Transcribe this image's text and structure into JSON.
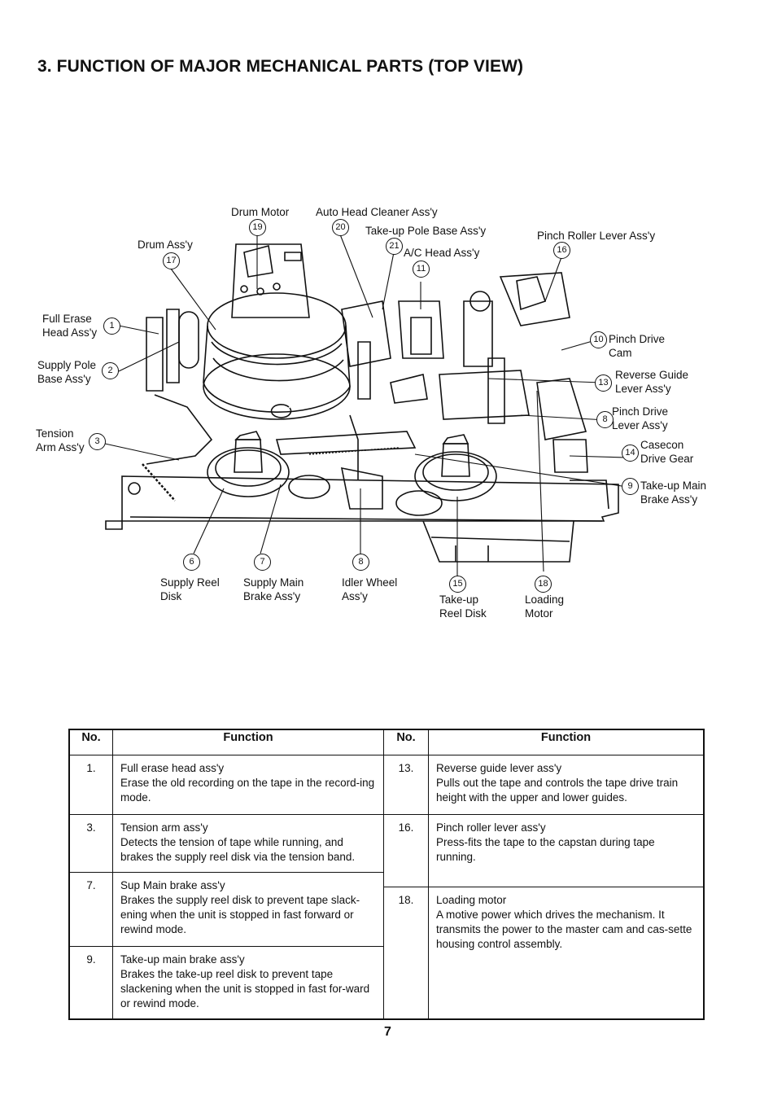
{
  "title": "3. FUNCTION OF MAJOR MECHANICAL PARTS (TOP VIEW)",
  "figure_labels": {
    "drum_motor": "Drum Motor",
    "auto_head_cleaner": "Auto Head Cleaner Ass'y",
    "takeup_pole_base": "Take-up Pole Base Ass'y",
    "pinch_roller_lever": "Pinch Roller Lever Ass'y",
    "drum_assy": "Drum Ass'y",
    "ac_head": "A/C Head Ass'y",
    "full_erase_head": "Full Erase\nHead Ass'y",
    "supply_pole_base": "Supply Pole\nBase Ass'y",
    "tension_arm": "Tension\nArm Ass'y",
    "pinch_drive_cam": "Pinch Drive\nCam",
    "reverse_guide_lever": "Reverse Guide\nLever Ass'y",
    "pinch_drive_lever": "Pinch Drive\nLever Ass'y",
    "casecon_drive_gear": "Casecon\nDrive Gear",
    "takeup_main_brake": "Take-up Main\nBrake Ass'y",
    "supply_reel_disk": "Supply Reel\nDisk",
    "supply_main_brake": "Supply Main\nBrake Ass'y",
    "idler_wheel": "Idler Wheel\nAss'y",
    "takeup_reel_disk": "Take-up\nReel Disk",
    "loading_motor": "Loading\nMotor"
  },
  "callout_numbers": {
    "n1": "1",
    "n2": "2",
    "n3": "3",
    "n6": "6",
    "n7": "7",
    "n8": "8",
    "n9": "9",
    "n10": "10",
    "n11": "11",
    "n13": "13",
    "n14": "14",
    "n15": "15",
    "n16": "16",
    "n17": "17",
    "n18": "18",
    "n19": "19",
    "n20": "20",
    "n21": "21"
  },
  "table": {
    "headers": {
      "no_left": "No.",
      "function_left": "Function",
      "no_right": "No.",
      "function_right": "Function"
    },
    "left": [
      {
        "no": "1.",
        "name": "Full erase head ass'y",
        "desc": "Erase the old recording on the tape in the record-ing mode."
      },
      {
        "no": "3.",
        "name": "Tension arm ass'y",
        "desc": "Detects the tension of tape while running, and brakes the supply reel disk via the tension band."
      },
      {
        "no": "7.",
        "name": "Sup Main brake ass'y",
        "desc": "Brakes the supply reel disk to prevent tape slack-ening when the unit is stopped in fast forward or rewind mode."
      },
      {
        "no": "9.",
        "name": "Take-up main brake ass'y",
        "desc": "Brakes the take-up reel disk to prevent tape slackening when the unit is stopped in fast for-ward or rewind mode."
      }
    ],
    "right": [
      {
        "no": "13.",
        "name": "Reverse guide lever ass'y",
        "desc": "Pulls out the tape and controls the tape drive train height with the upper and lower guides."
      },
      {
        "no": "16.",
        "name": "Pinch roller lever ass'y",
        "desc": "Press-fits the tape to the capstan during tape running."
      },
      {
        "no": "18.",
        "name": "Loading motor",
        "desc": "A motive power which drives the mechanism. It transmits the power to the master cam and cas-sette housing control assembly."
      }
    ]
  },
  "page_number": "7"
}
